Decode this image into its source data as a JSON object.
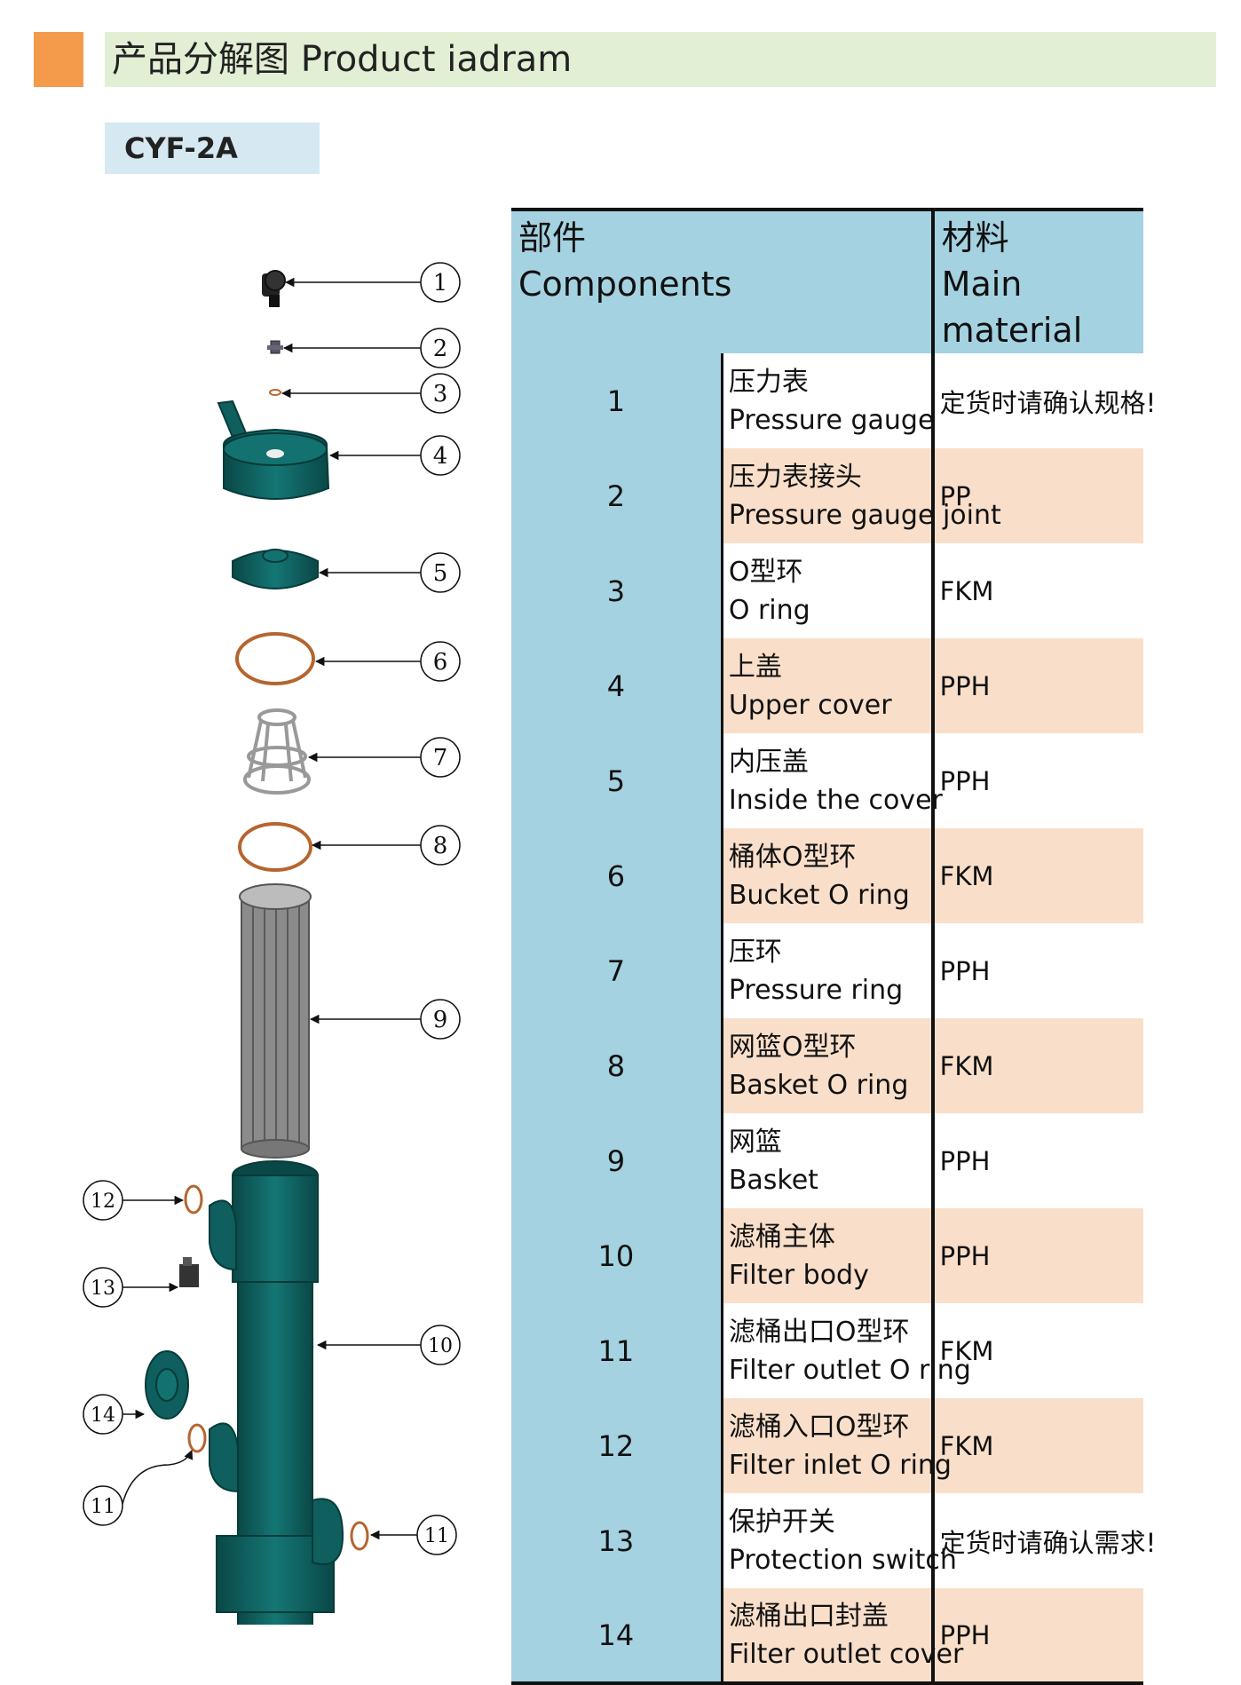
{
  "header": {
    "title": "产品分解图 Product iadram",
    "model": "CYF-2A"
  },
  "table": {
    "columns": {
      "components_cn": "部件",
      "components_en": "Components",
      "material_cn": "材料",
      "material_en": "Main material"
    },
    "rows": [
      {
        "no": "1",
        "name_cn": "压力表",
        "name_en": "Pressure gauge",
        "material": "定货时请确认规格!"
      },
      {
        "no": "2",
        "name_cn": "压力表接头",
        "name_en": "Pressure gauge joint",
        "material": "PP"
      },
      {
        "no": "3",
        "name_cn": "O型环",
        "name_en": "O ring",
        "material": "FKM"
      },
      {
        "no": "4",
        "name_cn": "上盖",
        "name_en": "Upper cover",
        "material": "PPH"
      },
      {
        "no": "5",
        "name_cn": "内压盖",
        "name_en": "Inside  the  cover",
        "material": "PPH"
      },
      {
        "no": "6",
        "name_cn": "桶体O型环",
        "name_en": "Bucket O ring",
        "material": "FKM"
      },
      {
        "no": "7",
        "name_cn": "压环",
        "name_en": "Pressure ring",
        "material": "PPH"
      },
      {
        "no": "8",
        "name_cn": "网篮O型环",
        "name_en": "Basket O ring",
        "material": "FKM"
      },
      {
        "no": "9",
        "name_cn": "网篮",
        "name_en": "Basket",
        "material": "PPH"
      },
      {
        "no": "10",
        "name_cn": "滤桶主体",
        "name_en": "Filter body",
        "material": "PPH"
      },
      {
        "no": "11",
        "name_cn": "滤桶出口O型环",
        "name_en": "Filter outlet O ring",
        "material": "FKM"
      },
      {
        "no": "12",
        "name_cn": "滤桶入口O型环",
        "name_en": "Filter inlet O ring",
        "material": "FKM"
      },
      {
        "no": "13",
        "name_cn": "保护开关",
        "name_en": "Protection switch",
        "material": "定货时请确认需求!"
      },
      {
        "no": "14",
        "name_cn": "滤桶出口封盖",
        "name_en": "Filter outlet cover",
        "material": "PPH"
      }
    ]
  },
  "diagram": {
    "callouts": [
      "1",
      "2",
      "3",
      "4",
      "5",
      "6",
      "7",
      "8",
      "9",
      "10",
      "11",
      "12",
      "13",
      "14",
      "11"
    ],
    "colors": {
      "body": "#0e5f5e",
      "body_dark": "#08403f",
      "oring": "#b5652e",
      "basket": "#888888",
      "frame": "#bbbbbb"
    }
  },
  "colors": {
    "accent": "#f39a4b",
    "title_bg": "#e3efd4",
    "model_bg": "#d6e9f2",
    "table_blue": "#a4d2e0",
    "row_peach": "#f9dfca"
  }
}
